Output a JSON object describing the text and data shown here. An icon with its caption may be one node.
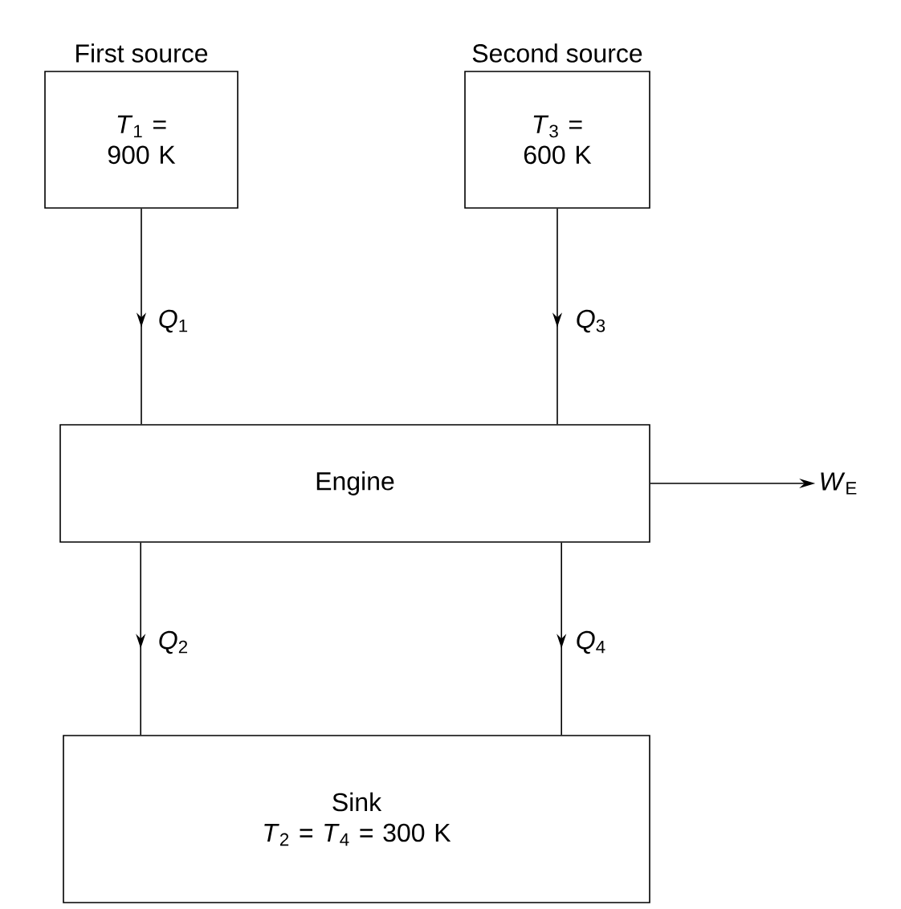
{
  "diagram": {
    "nodes": [
      {
        "text": [
          "First source",
          "*T*$_{1}$ = 900 K"
        ]
      },
      {
        "text": [
          "Second source",
          "*T*$_{3}$ = 600 K"
        ]
      },
      {
        "text": [
          "Engine"
        ]
      },
      {
        "text": [
          "Sink",
          "*T*$_{2}$ = *T*$_{4}$ = 300 K"
        ]
      },
      {
        "text": [
          "*W*$_{E}$"
        ]
      }
    ],
    "edges": [
      {
        "from": 0,
        "to": 2,
        "arrow": "to",
        "label": "*Q*$_{1}$"
      },
      {
        "from": 1,
        "to": 2,
        "arrow": "to",
        "label": "*Q*$_{3}$"
      },
      {
        "from": 2,
        "to": 3,
        "arrow": "to",
        "label": "*Q*$_{2}$"
      },
      {
        "from": 2,
        "to": 3,
        "arrow": "to",
        "label": "*Q*$_{4}$"
      },
      {
        "from": 2,
        "to": 4,
        "arrow": "to"
      }
    ]
  }
}
